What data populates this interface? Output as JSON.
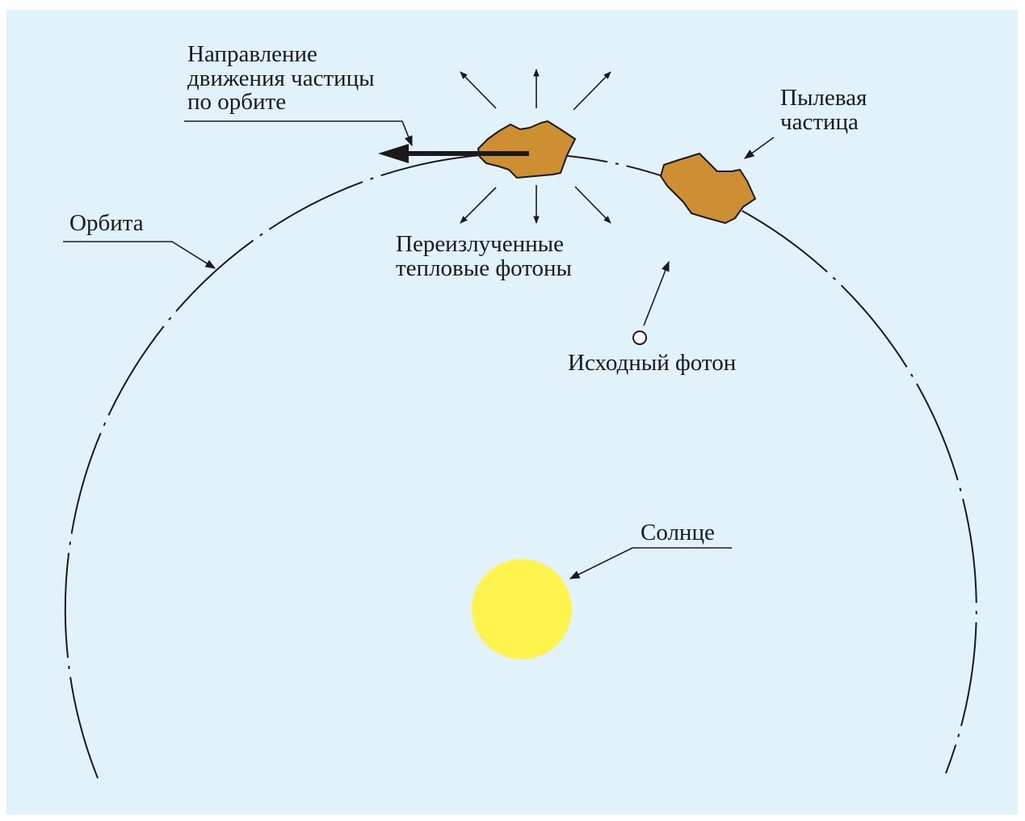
{
  "labels": {
    "direction": [
      "Направление",
      "движения частицы",
      "по орбите"
    ],
    "dust": [
      "Пылевая",
      "частица"
    ],
    "orbit": "Орбита",
    "photons": [
      "Переизлученные",
      "тепловые фотоны"
    ],
    "source_photon": "Исходный фотон",
    "sun": "Солнце"
  },
  "colors": {
    "background": "#e1f2fa",
    "particle": "#cd8f32",
    "sun": "#fff34d",
    "ink": "#1a1a1a"
  }
}
